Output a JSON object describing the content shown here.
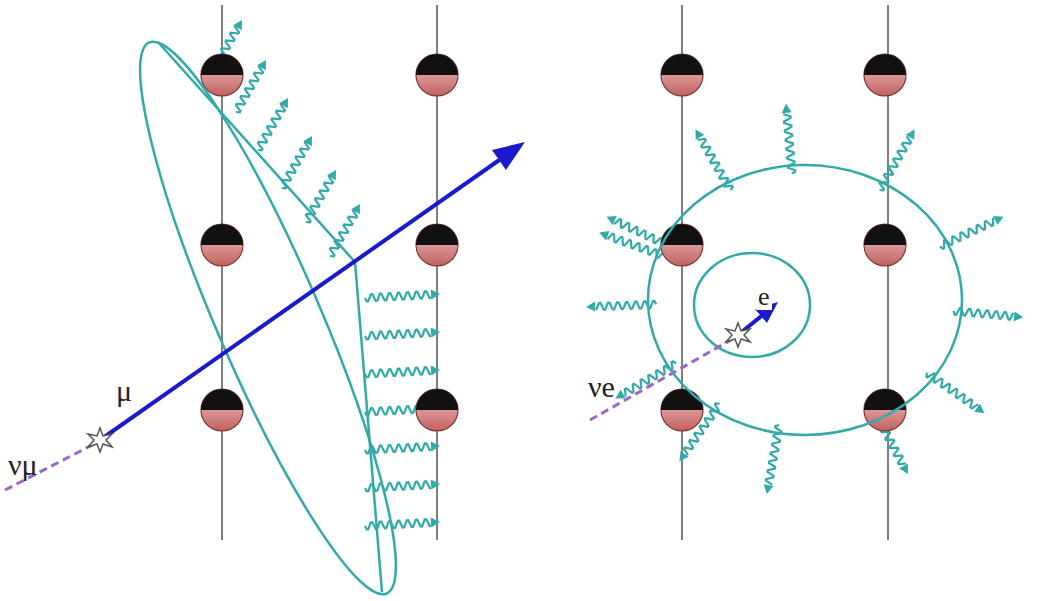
{
  "diagram": {
    "labels": [
      "νμ",
      "μ",
      "νe",
      "e"
    ]
  }
}
